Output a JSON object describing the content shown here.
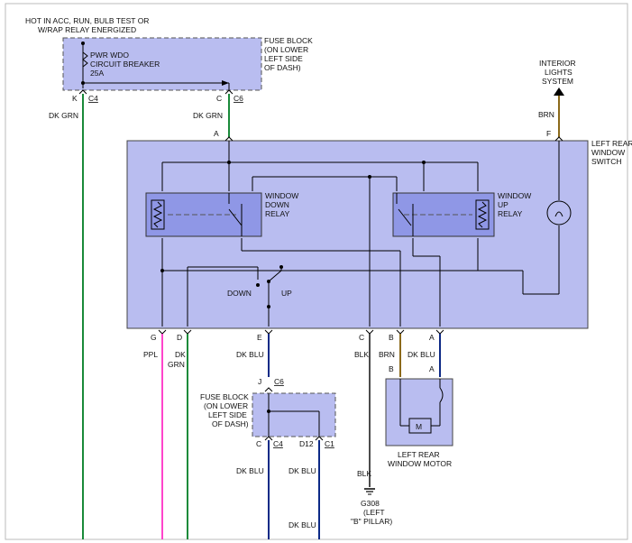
{
  "colors": {
    "component_fill": "#b9bdf0",
    "relay_fill": "#8f97e6",
    "dk_grn": "#1a8a3a",
    "ppl": "#ff44cc",
    "dk_blu": "#0d2a86",
    "brn": "#8b6a1a",
    "blk": "#111111",
    "frame": "#000000"
  },
  "labels": {
    "hot_line1": "HOT IN ACC, RUN, BULB TEST OR",
    "hot_line2": "W/RAP RELAY ENERGIZED",
    "cb_line1": "PWR WDO",
    "cb_line2": "CIRCUIT BREAKER",
    "cb_line3": "25A",
    "fuse_top_1": "FUSE BLOCK",
    "fuse_top_2": "(ON LOWER",
    "fuse_top_3": "LEFT SIDE",
    "fuse_top_4": "OF DASH)",
    "conn_k": "K",
    "conn_c4_top": "C4",
    "conn_c_top": "C",
    "conn_c6_top": "C6",
    "wire_dkgrn_left": "DK GRN",
    "wire_dkgrn_mid": "DK GRN",
    "interior_1": "INTERIOR",
    "interior_2": "LIGHTS",
    "interior_3": "SYSTEM",
    "wire_brn_top": "BRN",
    "pin_a_top": "A",
    "pin_f_top": "F",
    "switch_1": "LEFT REAR",
    "switch_2": "WINDOW",
    "switch_3": "SWITCH",
    "down_relay_1": "WINDOW",
    "down_relay_2": "DOWN",
    "down_relay_3": "RELAY",
    "up_relay_1": "WINDOW",
    "up_relay_2": "UP",
    "up_relay_3": "RELAY",
    "down": "DOWN",
    "up": "UP",
    "pin_g": "G",
    "pin_d": "D",
    "pin_e": "E",
    "pin_c": "C",
    "pin_b": "B",
    "pin_a": "A",
    "wire_ppl": "PPL",
    "wire_dk": "DK",
    "wire_grn": "GRN",
    "wire_dkblu_e": "DK BLU",
    "wire_blk": "BLK",
    "wire_brn": "BRN",
    "wire_dkblu_a": "DK BLU",
    "motor_pin_b": "B",
    "motor_pin_a": "A",
    "motor_symbol": "M",
    "motor_1": "LEFT REAR",
    "motor_2": "WINDOW MOTOR",
    "conn_j": "J",
    "conn_c6_lower": "C6",
    "fuse_low_1": "FUSE BLOCK",
    "fuse_low_2": "(ON LOWER",
    "fuse_low_3": "LEFT SIDE",
    "fuse_low_4": "OF DASH)",
    "conn_c_low": "C",
    "conn_c4_low": "C4",
    "conn_d12": "D12",
    "conn_c1": "C1",
    "wire_dkblu_low1": "DK BLU",
    "wire_dkblu_low2": "DK BLU",
    "wire_dkblu_bottom": "DK BLU",
    "wire_blk_low": "BLK",
    "ground_1": "G308",
    "ground_2": "(LEFT",
    "ground_3": "\"B\" PILLAR)"
  }
}
